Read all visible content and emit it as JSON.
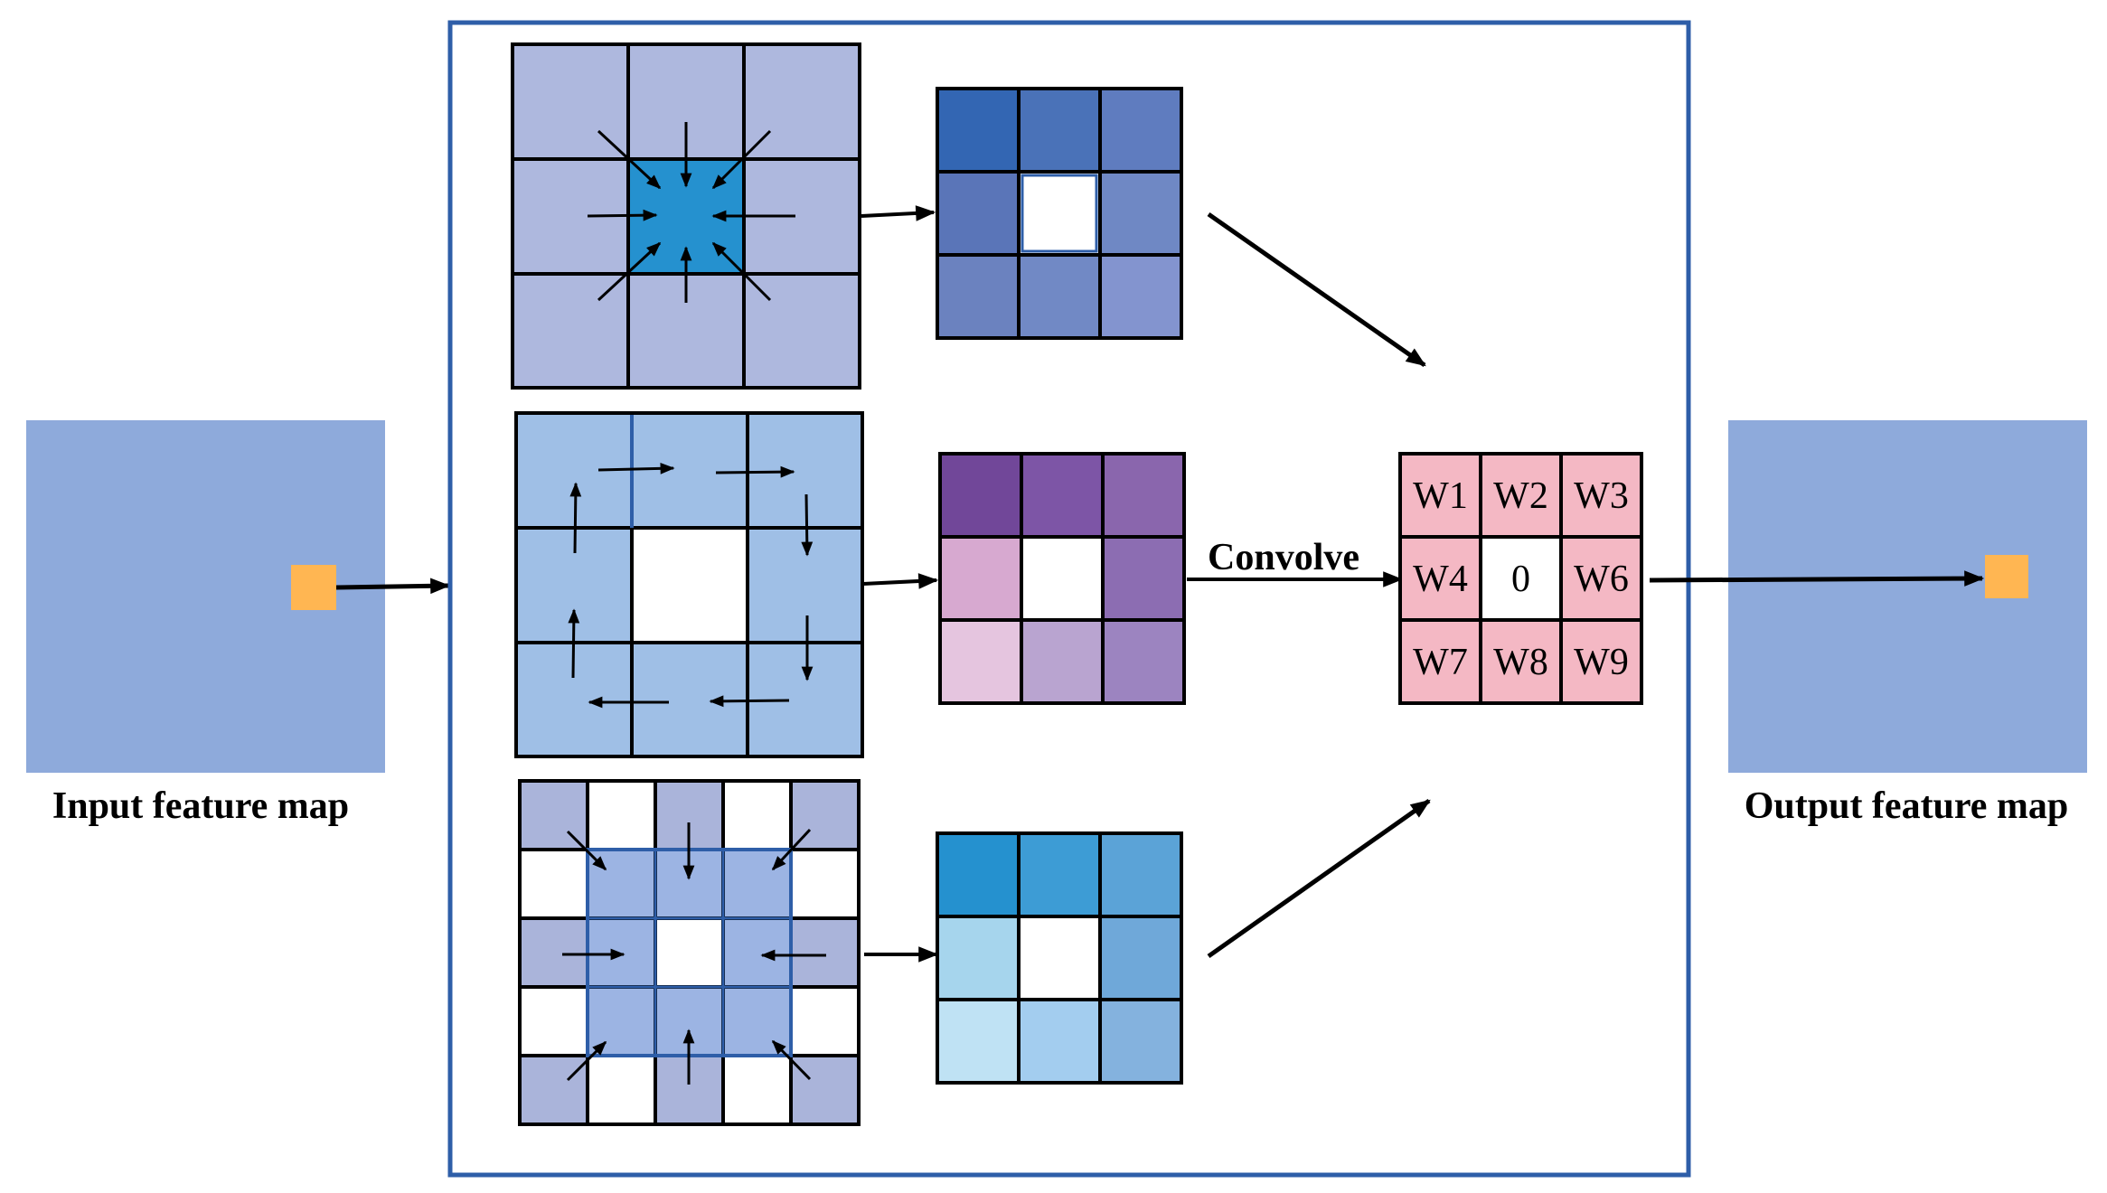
{
  "labels": {
    "input": "Input feature map",
    "output": "Output feature map",
    "convolve": "Convolve"
  },
  "kernel": {
    "cells": [
      "W1",
      "W2",
      "W3",
      "W4",
      "0",
      "W6",
      "W7",
      "W8",
      "W9"
    ]
  },
  "colors": {
    "feature_map": "#8eaadb",
    "selected_pixel": "#ffb652",
    "frame": "#2e5ea8",
    "kernel_cell": "#f4b8c4",
    "grid1_cell": "#aeb8de",
    "grid1_center": "#2591cf",
    "grid2_cell": "#9fbfe6",
    "grid3_blue": "#9cb4e3",
    "grid3_lavender": "#aab4da",
    "out1": [
      "#3366b3",
      "#4a72b8",
      "#5f7cbf",
      "#5a75b8",
      "#ffffff",
      "#6f88c4",
      "#6b82bf",
      "#7189c5",
      "#8394cf"
    ],
    "out2": [
      "#714799",
      "#7d55a6",
      "#8a66ad",
      "#d7a9d0",
      "#ffffff",
      "#8c6db2",
      "#e5c5df",
      "#b9a4d0",
      "#9c84c0"
    ],
    "out3": [
      "#2591cf",
      "#3d9cd5",
      "#5ba3d7",
      "#a6d5ed",
      "#ffffff",
      "#6fa8d9",
      "#bfe2f4",
      "#a3cdef",
      "#84b2de"
    ]
  }
}
